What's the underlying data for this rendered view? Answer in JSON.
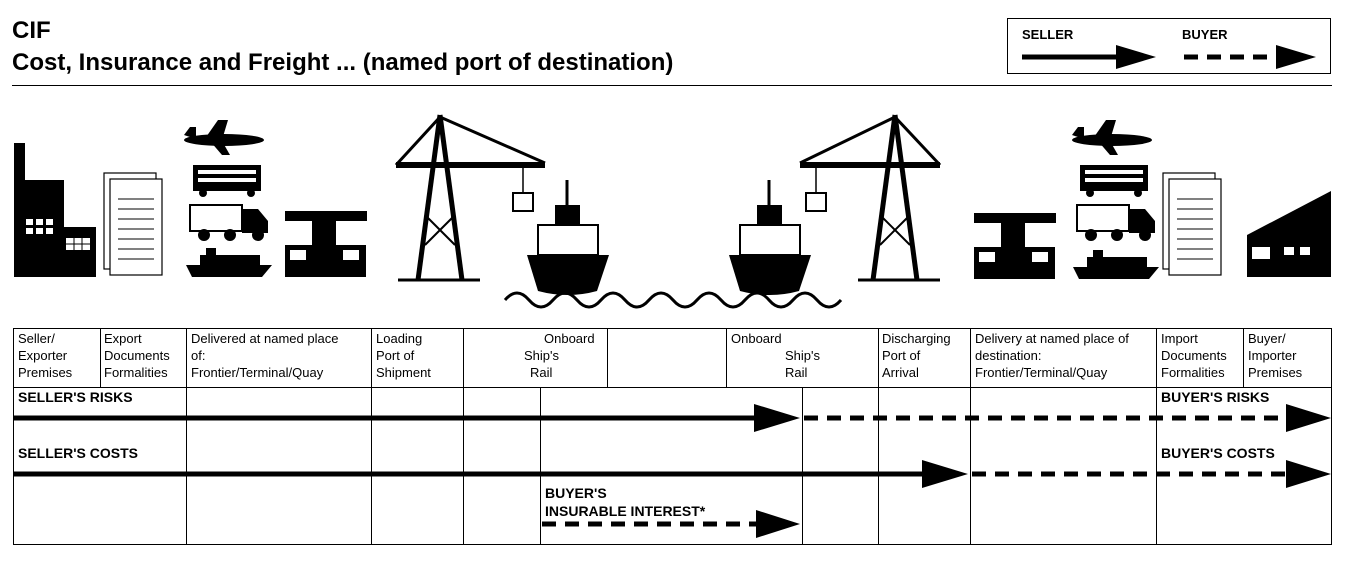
{
  "header": {
    "code": "CIF",
    "full_title": "Cost, Insurance and Freight ... (named port of destination)"
  },
  "legend": {
    "seller_label": "SELLER",
    "buyer_label": "BUYER"
  },
  "columns": [
    {
      "l1": "Seller/",
      "l2": "Exporter",
      "l3": "Premises"
    },
    {
      "l1": "Export",
      "l2": "Documents",
      "l3": "Formalities"
    },
    {
      "l1": "Delivered at named place",
      "l2": "of:",
      "l3": "Frontier/Terminal/Quay"
    },
    {
      "l1": "Loading",
      "l2": "Port of",
      "l3": "Shipment"
    },
    {
      "l1": "Onboard",
      "l2": "Ship's",
      "l3": "Rail"
    },
    {
      "l1": "Onboard",
      "l2": "Ship's",
      "l3": "Rail"
    },
    {
      "l1": "Discharging",
      "l2": "Port of",
      "l3": "Arrival"
    },
    {
      "l1": "Delivery at named place of",
      "l2": "destination:",
      "l3": "Frontier/Terminal/Quay"
    },
    {
      "l1": "Import",
      "l2": "Documents",
      "l3": "Formalities"
    },
    {
      "l1": "Buyer/",
      "l2": "Importer",
      "l3": "Premises"
    }
  ],
  "rows": {
    "seller_risks": "SELLER'S RISKS",
    "buyer_risks": "BUYER'S RISKS",
    "seller_costs": "SELLER'S COSTS",
    "buyer_costs": "BUYER'S COSTS",
    "insurable_l1": "BUYER'S",
    "insurable_l2": "INSURABLE INTEREST*"
  }
}
